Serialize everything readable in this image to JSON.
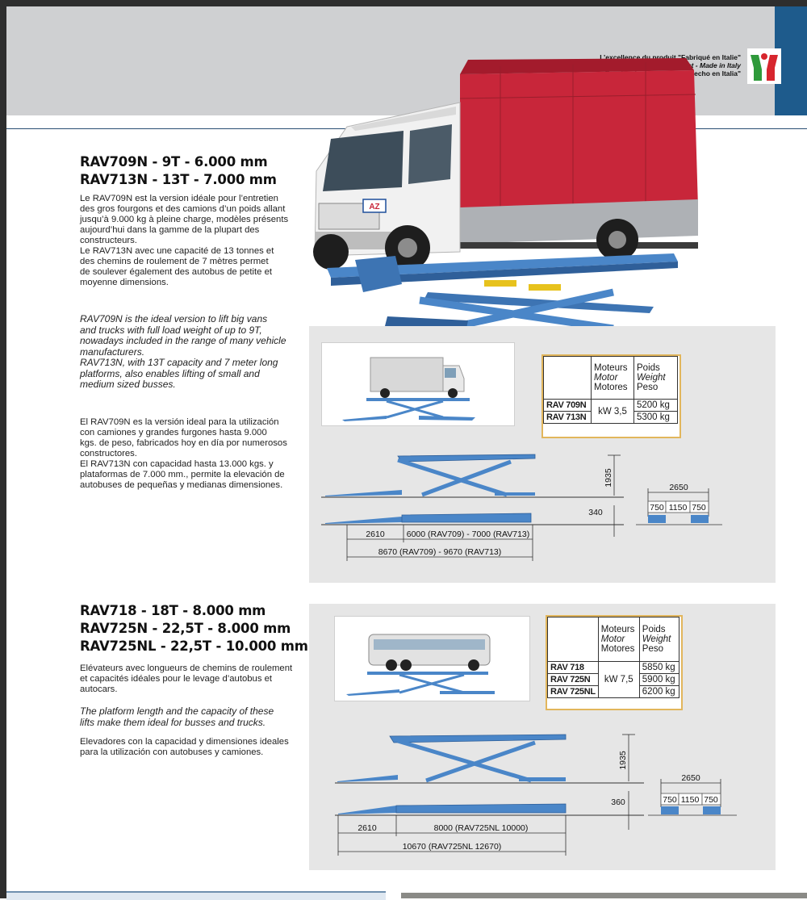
{
  "header": {
    "made_in_lines": [
      "L’excellence du produit \"Fabriqué en Italie\"",
      "Top product - Made in Italy",
      "Excelencia del producto \"Hecho en Italia\""
    ]
  },
  "truck": {
    "cab_badge": "AZ"
  },
  "section1": {
    "title_lines": [
      "RAV709N - 9T - 6.000 mm",
      "RAV713N - 13T - 7.000 mm"
    ],
    "fr_lines": [
      "Le RAV709N est la version idéale pour l’entretien",
      "des gros fourgons et des camions d’un poids allant",
      "jusqu’à 9.000 kg à pleine charge, modèles présents",
      "aujourd’hui dans la gamme de la plupart des",
      "constructeurs.",
      "Le RAV713N avec une capacité de 13 tonnes et",
      "des chemins de roulement de 7 mètres permet",
      "de soulever également des autobus de petite et",
      "moyenne dimensions."
    ],
    "en_lines": [
      "RAV709N is the ideal version to lift big vans",
      "and trucks with full load weight of up to 9T,",
      "nowadays included in the range of many vehicle",
      "manufacturers.",
      "RAV713N, with 13T capacity  and 7 meter long",
      "platforms, also enables lifting of small and",
      "medium sized busses."
    ],
    "es_lines": [
      "El RAV709N es la versión ideal para la utilización",
      "con camiones y grandes furgones hasta 9.000",
      "kgs. de peso, fabricados hoy en día por numerosos",
      "constructores.",
      "El RAV713N con capacidad hasta 13.000 kgs. y",
      "plataformas de 7.000 mm., permite la elevación de",
      "autobuses de pequeñas y medianas dimensiones."
    ],
    "table": {
      "motor_header": [
        "Moteurs",
        "Motor",
        "Motores"
      ],
      "weight_header": [
        "Poids",
        "Weight",
        "Peso"
      ],
      "models": [
        "RAV 709N",
        "RAV 713N"
      ],
      "power": "kW 3,5",
      "weights": [
        "5200 kg",
        "5300 kg"
      ]
    },
    "dims": {
      "height": "1935",
      "low": "340",
      "ramp": "2610",
      "platform": "6000 (RAV709) - 7000 (RAV713)",
      "total": "8670 (RAV709) - 9670 (RAV713)",
      "width_total": "2650",
      "w1": "750",
      "w2": "1150",
      "w3": "750"
    }
  },
  "section2": {
    "title_lines": [
      "RAV718 - 18T - 8.000 mm",
      "RAV725N - 22,5T - 8.000 mm",
      "RAV725NL - 22,5T - 10.000 mm"
    ],
    "fr_lines": [
      "Elévateurs avec longueurs de chemins de roulement",
      "et capacités idéales pour le levage d’autobus et",
      "autocars."
    ],
    "en_lines": [
      "The platform length and the capacity of these",
      "lifts make them ideal for busses and trucks."
    ],
    "es_lines": [
      "Elevadores con la capacidad y dimensiones ideales",
      "para la utilización con autobuses y camiones."
    ],
    "table": {
      "motor_header": [
        "Moteurs",
        "Motor",
        "Motores"
      ],
      "weight_header": [
        "Poids",
        "Weight",
        "Peso"
      ],
      "models": [
        "RAV 718",
        "RAV 725N",
        "RAV 725NL"
      ],
      "power": "kW 7,5",
      "weights": [
        "5850 kg",
        "5900 kg",
        "6200 kg"
      ]
    },
    "dims": {
      "height": "1935",
      "low": "360",
      "ramp": "2610",
      "platform": "8000 (RAV725NL 10000)",
      "total": "10670 (RAV725NL 12670)",
      "width_total": "2650",
      "w1": "750",
      "w2": "1150",
      "w3": "750"
    }
  },
  "colors": {
    "lift_blue": "#4a86c8",
    "header_grey": "#cfd0d2",
    "accent_blue": "#1e5b8c",
    "table_border": "#e2b65c"
  }
}
